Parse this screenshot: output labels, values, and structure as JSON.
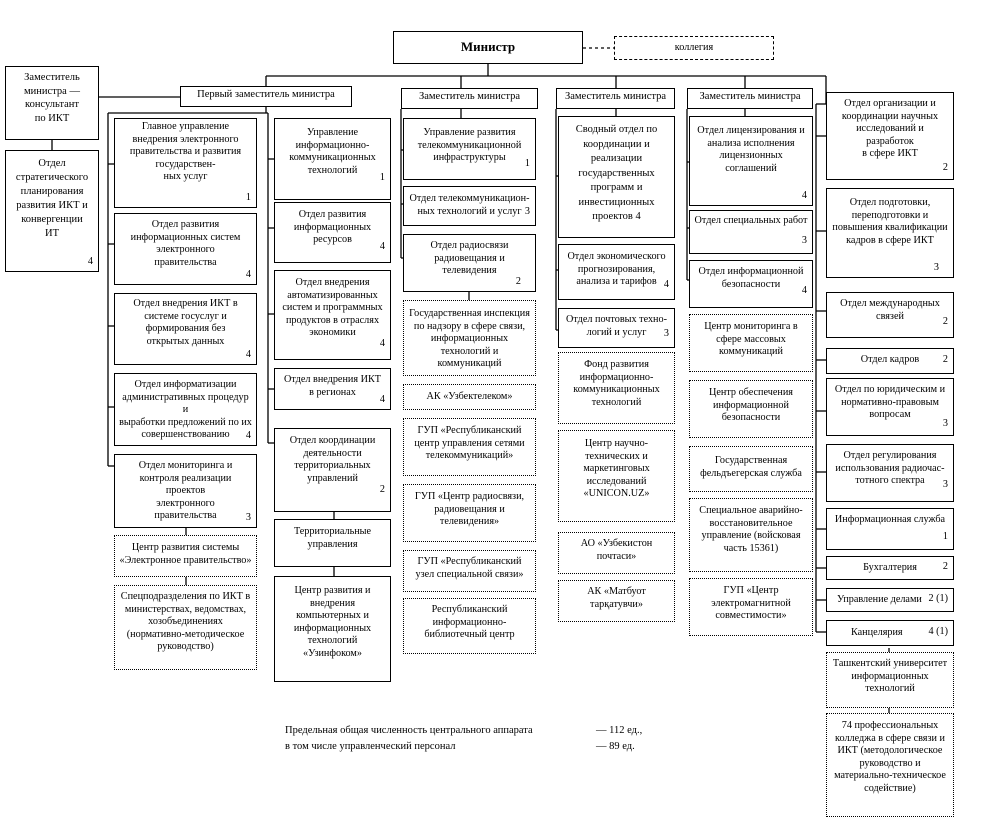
{
  "nodes": {
    "minister": {
      "label": "Министр"
    },
    "collegium": {
      "label": "коллегия"
    },
    "deputy_consultant": {
      "label": "Заместитель\nминистра —\nконсультант\nпо ИКТ"
    },
    "dept_strategic": {
      "label": "Отдел\nстратегического\nпланирования\nразвития ИКТ и\nконвергенции\nИТ",
      "num": "4"
    },
    "first_deputy": {
      "label": "Первый заместитель министра"
    },
    "deputy2": {
      "label": "Заместитель министра"
    },
    "deputy3": {
      "label": "Заместитель министра"
    },
    "deputy4": {
      "label": "Заместитель министра"
    },
    "c1_1": {
      "label": "Главное управление\nвнедрения электронного\nправительства и развития\nгосударствен-\nных услуг",
      "num": "1"
    },
    "c1_2": {
      "label": "Отдел развития\nинформационных систем\nэлектронного\nправительства",
      "num": "4"
    },
    "c1_3": {
      "label": "Отдел внедрения ИКТ в\nсистеме госуслуг и\nформирования без\nоткрытых данных",
      "num": "4"
    },
    "c1_4": {
      "label": "Отдел информатизации\nадминистративных процедур и\nвыработки предложений по их\nсовершенствованию",
      "num": "4"
    },
    "c1_5": {
      "label": "Отдел мониторинга и\nконтроля реализации проектов\nэлектронного\nправительства",
      "num": "3"
    },
    "c1_6": {
      "label": "Центр развития системы\n«Электронное правительство»"
    },
    "c1_7": {
      "label": "Спецподразделения по ИКТ в\nминистерствах, ведомствах,\nхозобъединениях\n(нормативно-методическое\nруководство)"
    },
    "c2_1": {
      "label": "Управление\nинформационно-\nкоммуникационных\nтехнологий",
      "num": "1"
    },
    "c2_2": {
      "label": "Отдел развития\nинформационных\nресурсов",
      "num": "4"
    },
    "c2_3": {
      "label": "Отдел внедрения\nавтоматизированных\nсистем и программных\nпродуктов в отраслях\nэкономики",
      "num": "4"
    },
    "c2_4": {
      "label": "Отдел внедрения ИКТ\nв регионах",
      "num": "4"
    },
    "c2_5": {
      "label": "Отдел координации\nдеятельности\nтерриториальных\nуправлений",
      "num": "2"
    },
    "c2_6": {
      "label": "Территориальные\nуправления"
    },
    "c2_7": {
      "label": "Центр развития и\nвнедрения\nкомпьютерных и\nинформационных\nтехнологий\n«Узинфоком»"
    },
    "c3_1": {
      "label": "Управление развития\nтелекоммуникационной\nинфраструктуры",
      "num": "1"
    },
    "c3_2": {
      "label": "Отдел телекоммуникацион-\nных технологий и услуг",
      "num": "3"
    },
    "c3_3": {
      "label": "Отдел радиосвязи\nрадиовещания и\nтелевидения",
      "num": "2"
    },
    "c3_4": {
      "label": "Государственная инспекция\nпо надзору в сфере связи,\nинформационных\nтехнологий и коммуникаций"
    },
    "c3_5": {
      "label": "АК «Узбектелеком»"
    },
    "c3_6": {
      "label": "ГУП «Республиканский\nцентр управления сетями\nтелекоммуникаций»"
    },
    "c3_7": {
      "label": "ГУП «Центр радиосвязи,\nрадиовещания и\nтелевидения»"
    },
    "c3_8": {
      "label": "ГУП «Республиканский\nузел специальной связи»"
    },
    "c3_9": {
      "label": "Республиканский\nинформационно-\nбиблиотечный центр"
    },
    "c4_1": {
      "label": "Сводный отдел по\nкоординации и\nреализации\nгосударственных\nпрограмм и\nинвестиционных\nпроектов 4"
    },
    "c4_2": {
      "label": "Отдел экономического\nпрогнозирования,\nанализа и тарифов",
      "num": "4"
    },
    "c4_3": {
      "label": "Отдел почтовых техно-\nлогий и услуг",
      "num": "3"
    },
    "c4_4": {
      "label": "Фонд развития\nинформационно-\nкоммуникационных\nтехнологий"
    },
    "c4_5": {
      "label": "Центр научно-\nтехнических и\nмаркетинговых\nисследований\n«UNICON.UZ»"
    },
    "c4_6": {
      "label": "АО «Узбекистон\nпочтаси»"
    },
    "c4_7": {
      "label": "АК «Матбуот\nтарқатувчи»"
    },
    "c5_1": {
      "label": "Отдел лицензирования и\nанализа исполнения\nлицензионных\nсоглашений",
      "num": "4"
    },
    "c5_2": {
      "label": "Отдел специальных работ",
      "num": "3"
    },
    "c5_3": {
      "label": "Отдел информационной\nбезопасности",
      "num": "4"
    },
    "c5_4": {
      "label": "Центр мониторинга в\nсфере массовых\nкоммуникаций"
    },
    "c5_5": {
      "label": "Центр обеспечения\nинформационной\nбезопасности"
    },
    "c5_6": {
      "label": "Государственная\nфельдъегерская служба"
    },
    "c5_7": {
      "label": "Специальное аварийно-\nвосстановительное\nуправление (войсковая\nчасть 15361)"
    },
    "c5_8": {
      "label": "ГУП «Центр\nэлектромагнитной\nсовместимости»"
    },
    "c6_1": {
      "label": "Отдел организации и\nкоординации научных\nисследований и\nразработок\nв сфере ИКТ",
      "num": "2"
    },
    "c6_2": {
      "label": "Отдел подготовки,\nпереподготовки и\nповышения квалификации\nкадров в сфере ИКТ",
      "num": "3"
    },
    "c6_3": {
      "label": "Отдел международных\nсвязей",
      "num": "2"
    },
    "c6_4": {
      "label": "Отдел кадров",
      "num": "2"
    },
    "c6_5": {
      "label": "Отдел по юридическим и\nнормативно-правовым\nвопросам",
      "num": "3"
    },
    "c6_6": {
      "label": "Отдел регулирования\nиспользования радиочас-\nтотного спектра",
      "num": "3"
    },
    "c6_7": {
      "label": "Информационная служба",
      "num": "1"
    },
    "c6_8": {
      "label": "Бухгалтерия",
      "num": "2"
    },
    "c6_9": {
      "label": "Управление делами",
      "num": "2 (1)"
    },
    "c6_10": {
      "label": "Канцелярия",
      "num": "4 (1)"
    },
    "c6_11": {
      "label": "Ташкентский университет\nинформационных\nтехнологий"
    },
    "c6_12": {
      "label": "74 профессиональных\nколледжа в сфере связи и\nИКТ (методологическое\nруководство и\nматериально-техническое\nсодействие)"
    }
  },
  "footer": {
    "line1_label": "Предельная общая численность центрального аппарата",
    "line1_value": "— 112 ед.,",
    "line2_label": "в том числе управленческий персонал",
    "line2_value": "— 89 ед."
  }
}
